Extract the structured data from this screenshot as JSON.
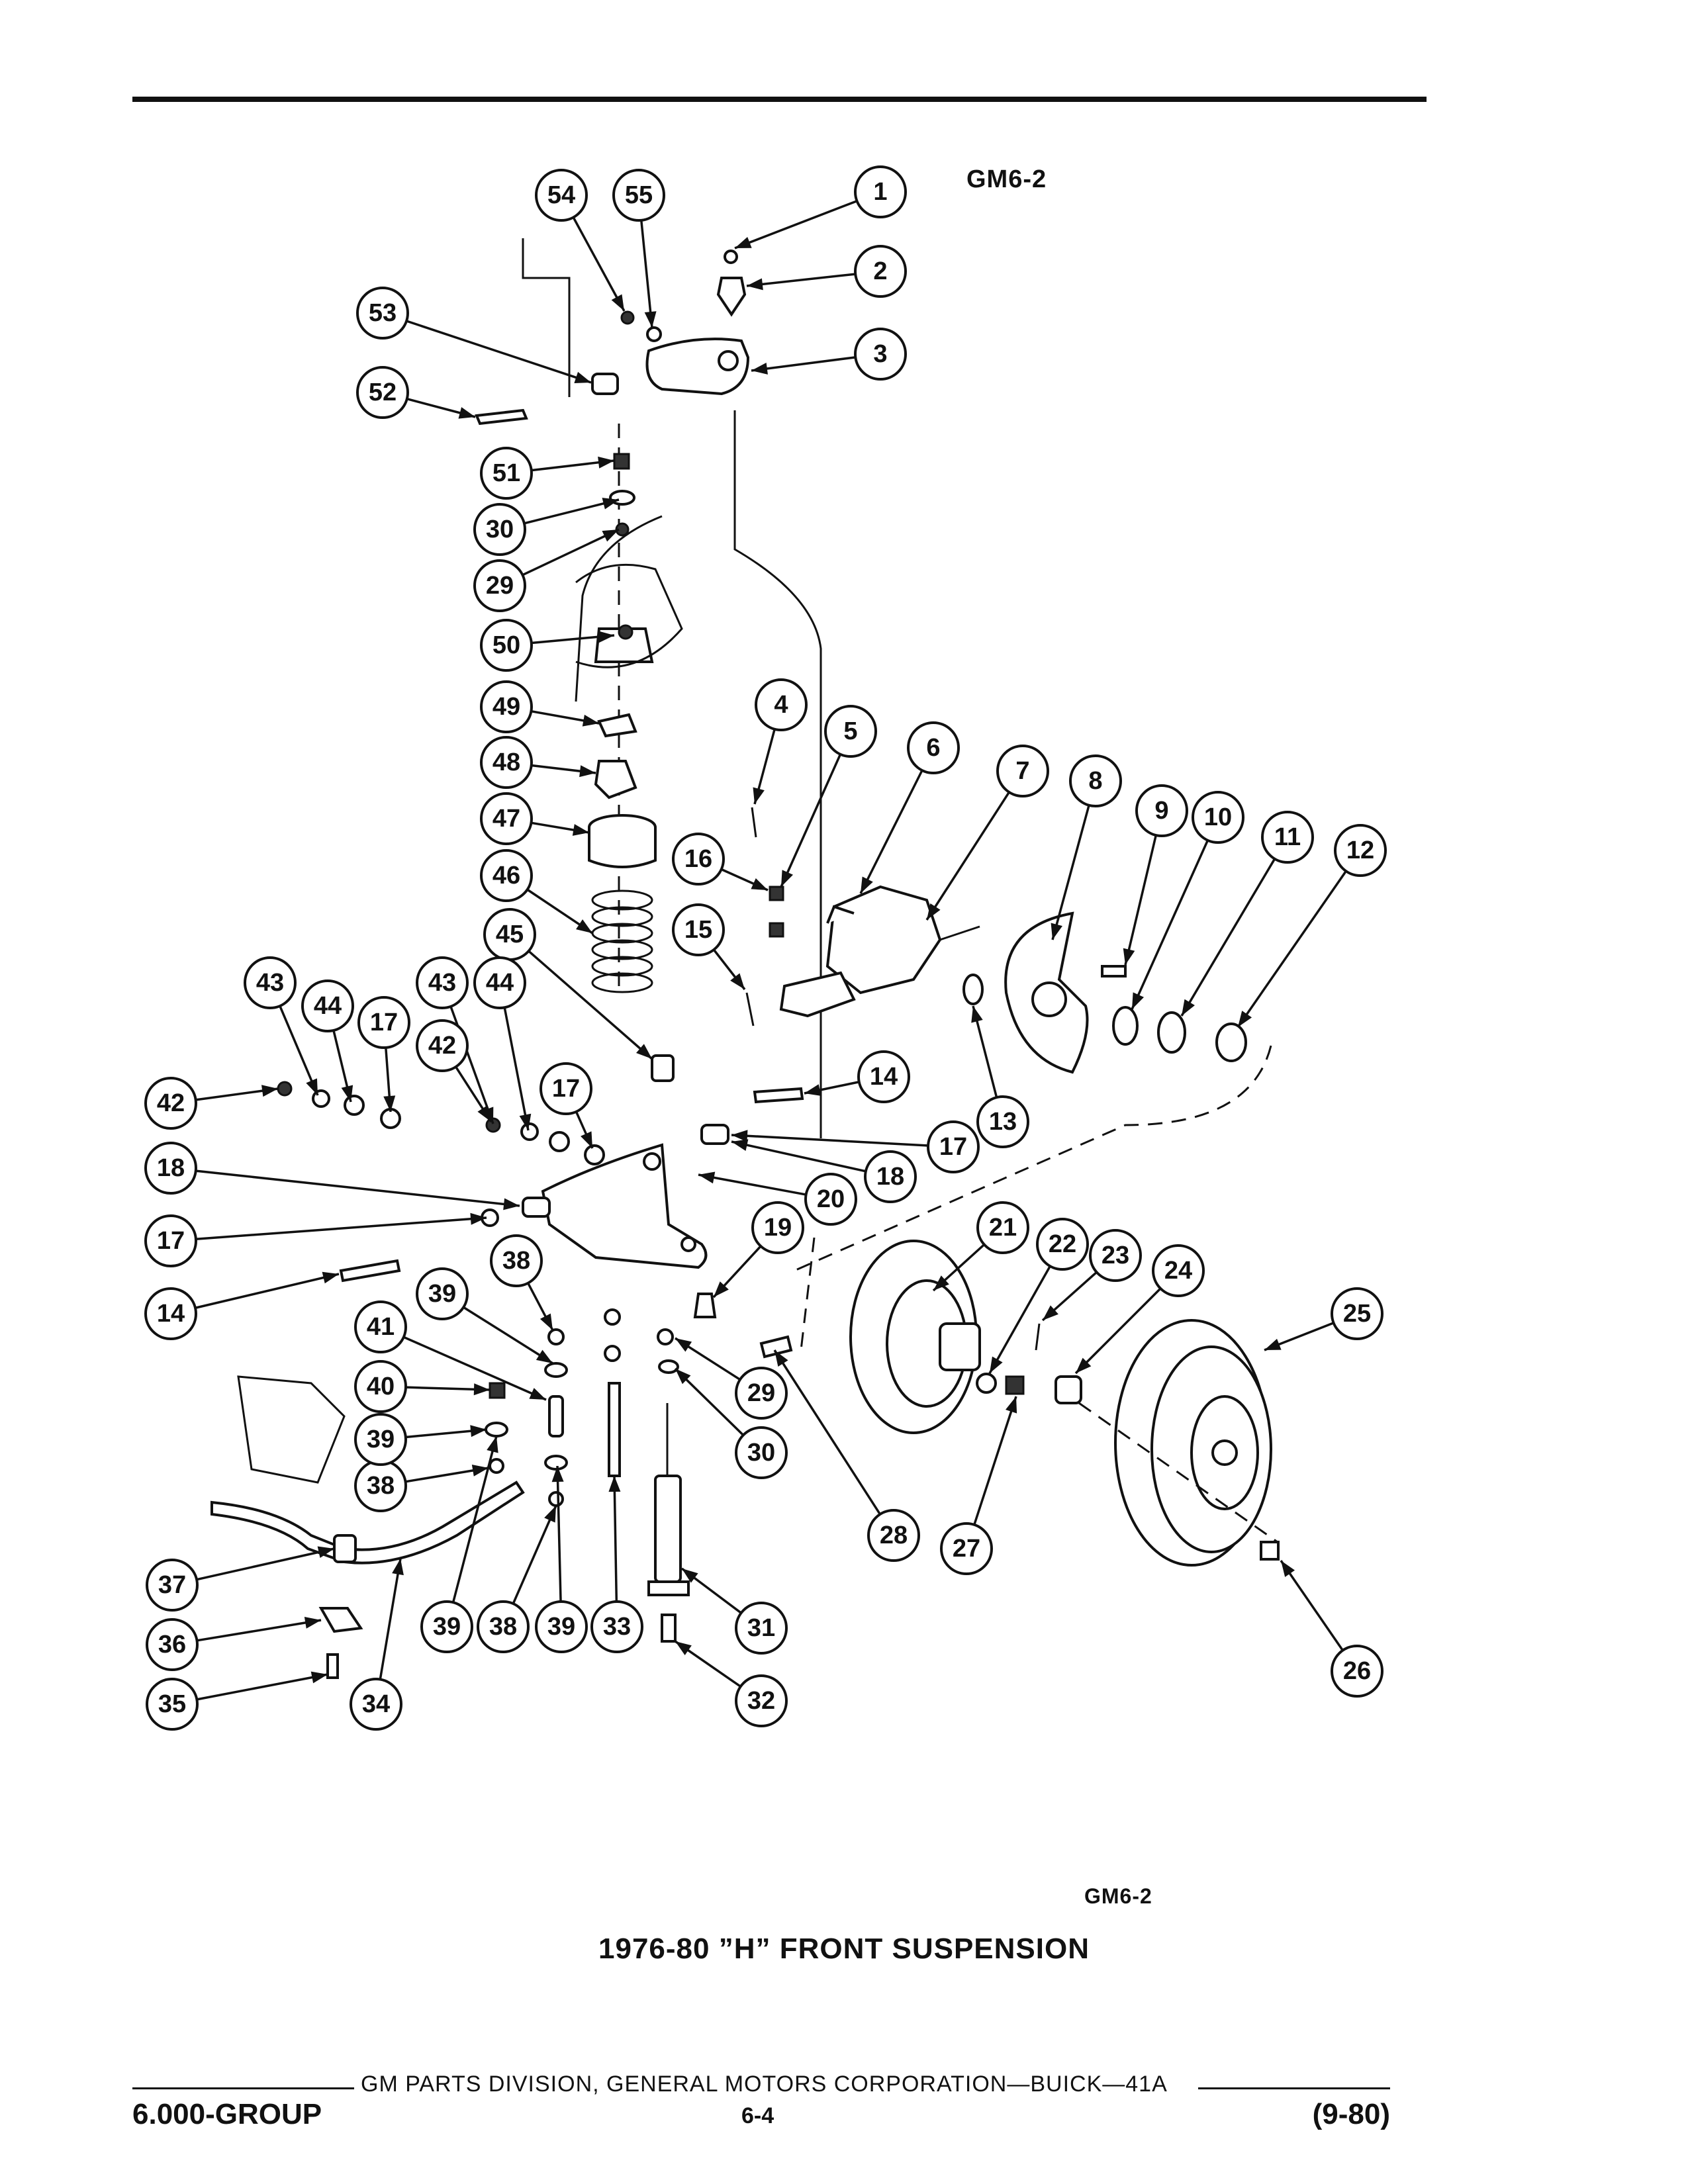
{
  "header": {
    "figure_code": "GM6-2"
  },
  "diagram": {
    "callouts": [
      "1",
      "2",
      "3",
      "4",
      "5",
      "6",
      "7",
      "8",
      "9",
      "10",
      "11",
      "12",
      "13",
      "14",
      "15",
      "16",
      "17",
      "18",
      "19",
      "20",
      "21",
      "22",
      "23",
      "24",
      "25",
      "26",
      "27",
      "28",
      "29",
      "30",
      "31",
      "32",
      "33",
      "34",
      "35",
      "36",
      "37",
      "38",
      "39",
      "40",
      "41",
      "42",
      "43",
      "44",
      "45",
      "46",
      "47",
      "48",
      "49",
      "50",
      "51",
      "52",
      "53",
      "54",
      "55"
    ]
  },
  "figure_code_bottom": "GM6-2",
  "caption": "1976-80 ”H” FRONT SUSPENSION",
  "footer": {
    "publisher": "GM PARTS DIVISION, GENERAL MOTORS CORPORATION—BUICK—41A",
    "group": "6.000-GROUP",
    "page": "6-4",
    "date": "(9-80)"
  }
}
